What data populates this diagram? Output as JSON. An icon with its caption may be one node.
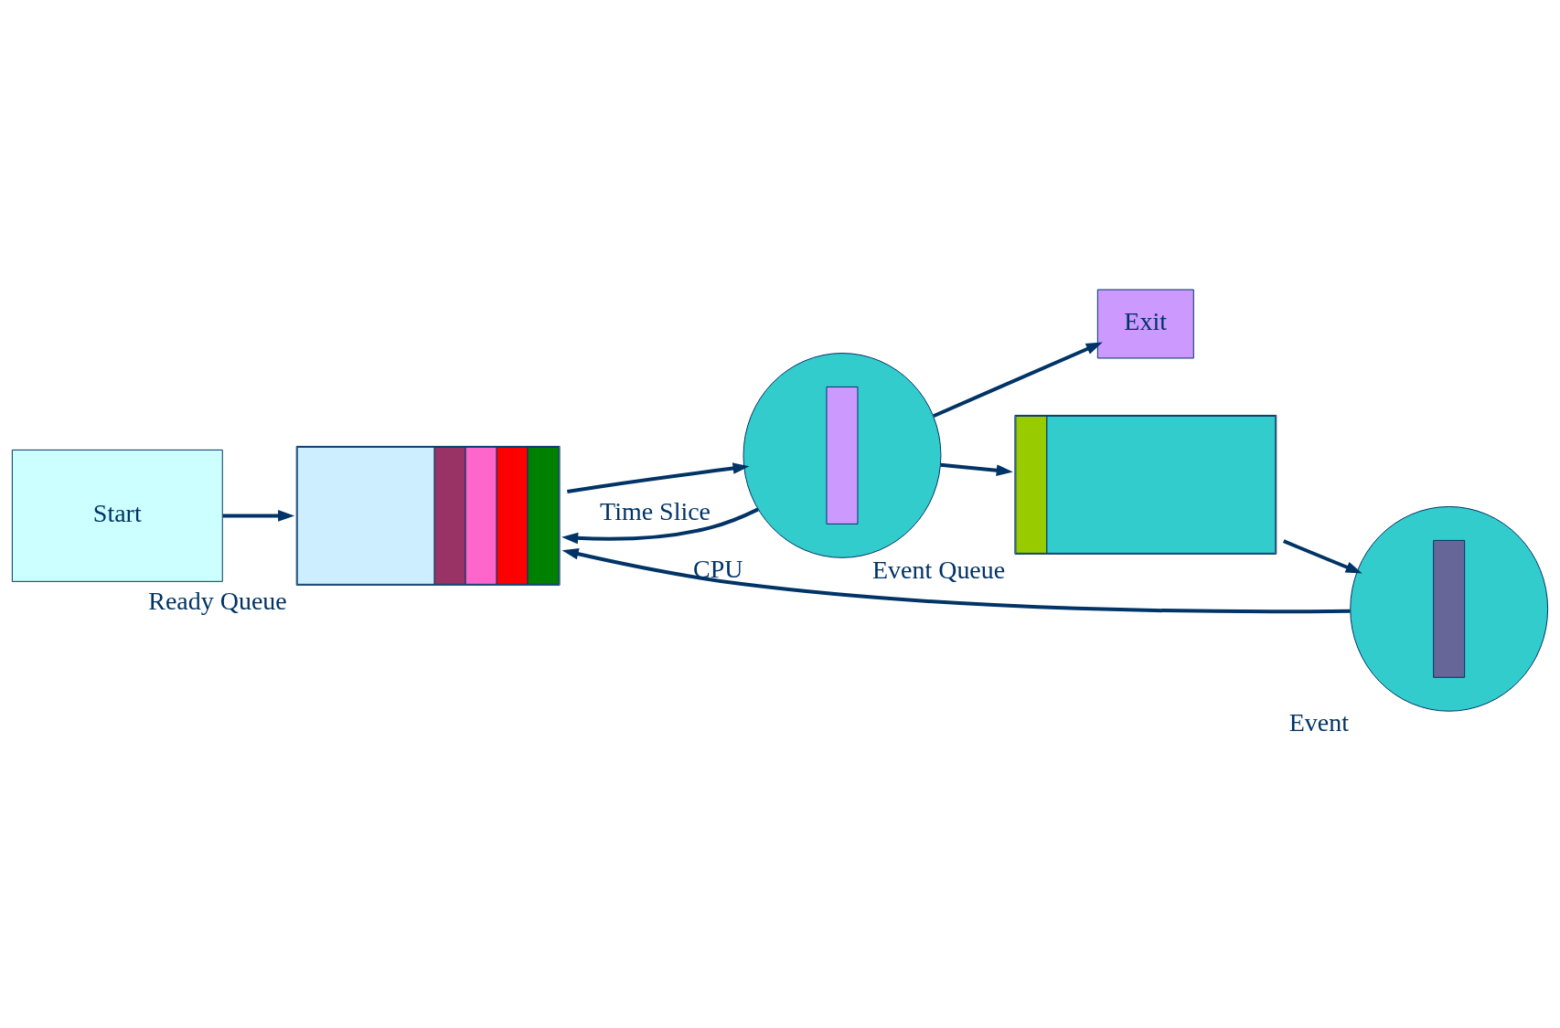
{
  "diagram": {
    "nodes": [
      {
        "text": [
          "Start"
        ]
      },
      {
        "text": [],
        "shape": "box",
        "beside": [
          "Ready Queue"
        ]
      },
      {
        "text": [],
        "shape": "ellipse",
        "beside": [
          "CPU"
        ]
      },
      {
        "text": [
          "Exit"
        ]
      },
      {
        "text": [],
        "shape": "box",
        "beside": [
          "Event Queue"
        ]
      },
      {
        "text": [],
        "shape": "ellipse",
        "beside": [
          "Event"
        ]
      }
    ],
    "edges": [
      {
        "from": 0,
        "to": 1,
        "arrow": "to"
      },
      {
        "from": 1,
        "to": 2,
        "arrow": "to"
      },
      {
        "from": 2,
        "to": 3,
        "arrow": "to"
      },
      {
        "from": 2,
        "to": 1,
        "arrow": "to",
        "label": "Time Slice"
      },
      {
        "from": 2,
        "to": 4,
        "arrow": "to"
      },
      {
        "from": 4,
        "to": 5,
        "arrow": "to"
      },
      {
        "from": 5,
        "to": 1,
        "arrow": "to"
      }
    ]
  }
}
